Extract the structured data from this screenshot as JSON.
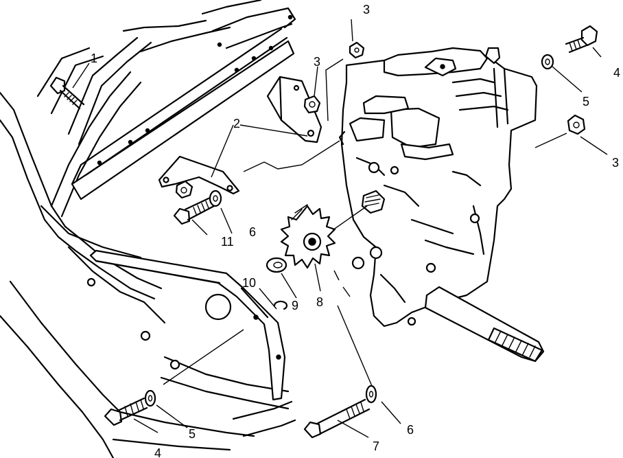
{
  "callouts": [
    {
      "id": "c1",
      "label": "1"
    },
    {
      "id": "c2",
      "label": "2"
    },
    {
      "id": "c3a",
      "label": "3"
    },
    {
      "id": "c3b",
      "label": "3"
    },
    {
      "id": "c3c",
      "label": "3"
    },
    {
      "id": "c4a",
      "label": "4"
    },
    {
      "id": "c4b",
      "label": "4"
    },
    {
      "id": "c5a",
      "label": "5"
    },
    {
      "id": "c5b",
      "label": "5"
    },
    {
      "id": "c6a",
      "label": "6"
    },
    {
      "id": "c6b",
      "label": "6"
    },
    {
      "id": "c7",
      "label": "7"
    },
    {
      "id": "c8",
      "label": "8"
    },
    {
      "id": "c9",
      "label": "9"
    },
    {
      "id": "c10",
      "label": "10"
    },
    {
      "id": "c11",
      "label": "11"
    }
  ]
}
